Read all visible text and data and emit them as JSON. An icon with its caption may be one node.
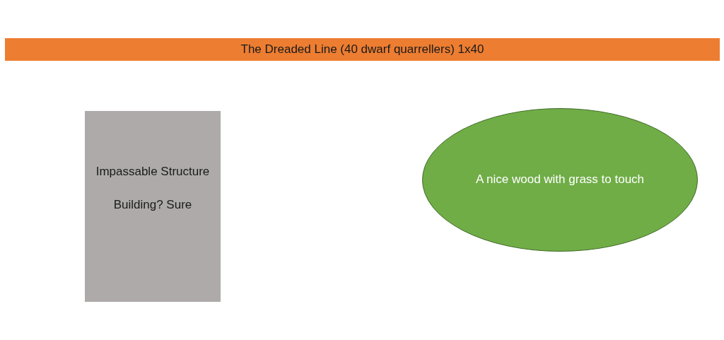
{
  "diagram": {
    "nodes": [
      {
        "text": [
          "The Dreaded Line (40 dwarf quarrellers) 1x40"
        ]
      },
      {
        "text": [
          "Impassable Structure",
          "Building? Sure"
        ]
      },
      {
        "text": [
          "A nice wood with grass to touch"
        ]
      }
    ]
  }
}
